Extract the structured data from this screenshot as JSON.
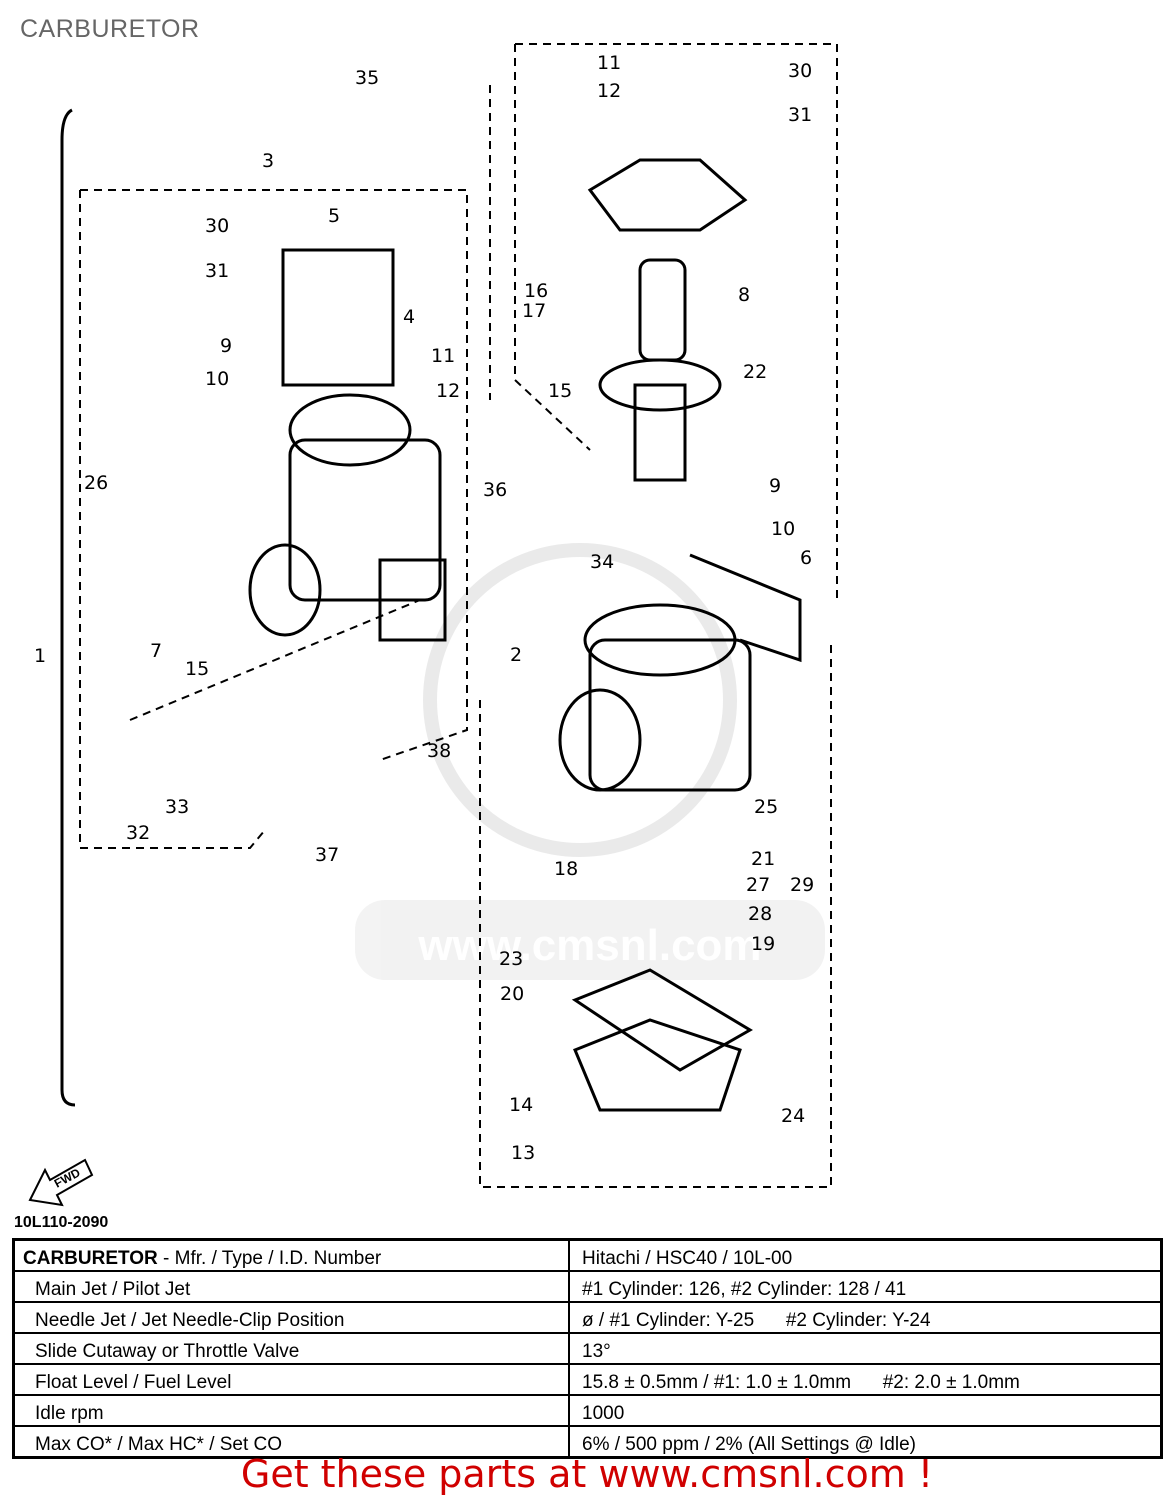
{
  "page_title": "CARBURETOR",
  "diagram_code": "10L110-2090",
  "fwd_label": "FWD",
  "watermark": "www.cmsnl.com",
  "callouts": [
    "35",
    "3",
    "30",
    "5",
    "31",
    "4",
    "9",
    "11",
    "10",
    "12",
    "26",
    "7",
    "15",
    "1",
    "38",
    "33",
    "32",
    "37",
    "11",
    "30",
    "12",
    "31",
    "8",
    "16",
    "17",
    "22",
    "15",
    "9",
    "36",
    "10",
    "6",
    "34",
    "2",
    "25",
    "21",
    "18",
    "27",
    "29",
    "28",
    "19",
    "23",
    "20",
    "24",
    "14",
    "13"
  ],
  "specs": {
    "header_bold": "CARBURETOR",
    "header_rest": " - Mfr. / Type / I.D. Number",
    "header_value": "Hitachi / HSC40 / 10L-00",
    "rows": [
      {
        "label": "Main Jet / Pilot Jet",
        "value": "#1 Cylinder: 126, #2 Cylinder: 128 / 41"
      },
      {
        "label": "Needle Jet / Jet Needle-Clip Position",
        "value": "ø / #1 Cylinder: Y-25      #2 Cylinder: Y-24"
      },
      {
        "label": "Slide Cutaway or Throttle Valve",
        "value": "13°"
      },
      {
        "label": "Float Level / Fuel Level",
        "value": "15.8 ± 0.5mm / #1: 1.0 ± 1.0mm      #2: 2.0 ± 1.0mm"
      },
      {
        "label": "Idle rpm",
        "value": "1000"
      },
      {
        "label": "Max CO* / Max HC* / Set CO",
        "value": "6% / 500 ppm / 2% (All Settings @ Idle)"
      }
    ]
  },
  "promo": "Get these parts at www.cmsnl.com !"
}
